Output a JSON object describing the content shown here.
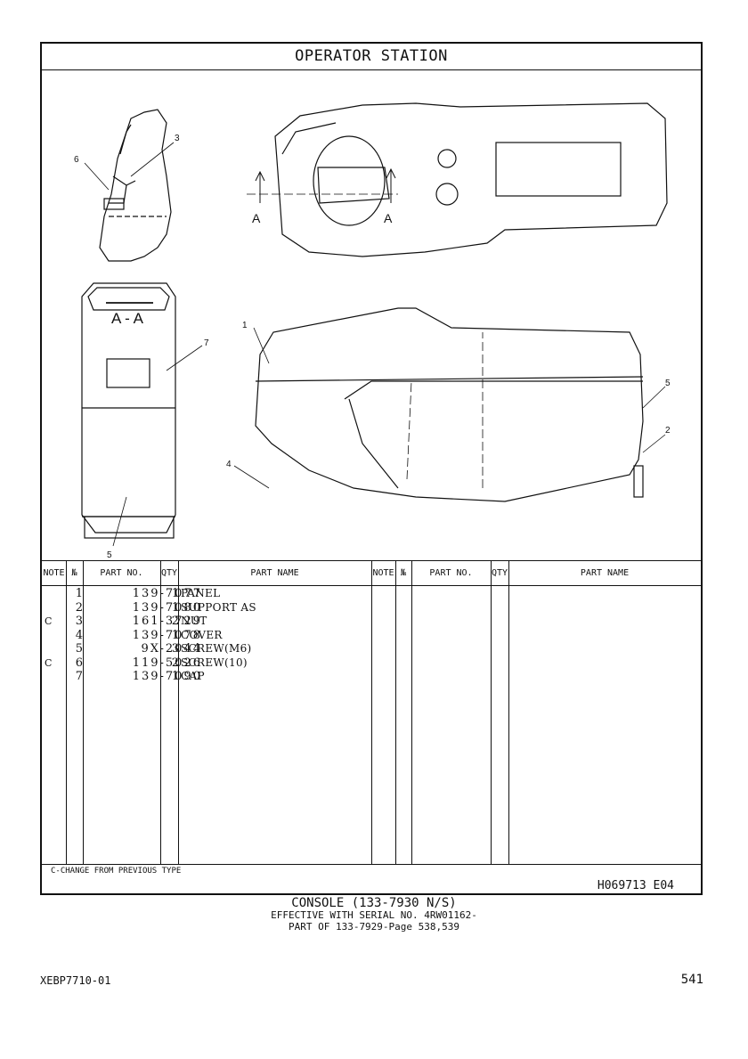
{
  "title": "OPERATOR STATION",
  "callouts": {
    "c1": "1",
    "c2": "2",
    "c3": "3",
    "c4": "4",
    "c5a": "5",
    "c5b": "5",
    "c6": "6",
    "c7": "7",
    "section_left": "A",
    "section_right": "A",
    "section_view": "A - A"
  },
  "table": {
    "headers": {
      "note": "NOTE",
      "no": "№",
      "part_no": "PART NO.",
      "qty": "QTY",
      "part_name": "PART NAME"
    },
    "rows": [
      {
        "note": "",
        "no": "1",
        "part_no": "139-7077",
        "qty": "1",
        "name": "PANEL"
      },
      {
        "note": "",
        "no": "2",
        "part_no": "139-7080",
        "qty": "1",
        "name": "SUPPORT AS"
      },
      {
        "note": "C",
        "no": "3",
        "part_no": "161-3729",
        "qty": "2",
        "name": "NUT"
      },
      {
        "note": "",
        "no": "4",
        "part_no": "139-7078",
        "qty": "1",
        "name": "COVER"
      },
      {
        "note": "",
        "no": "5",
        "part_no": "9X-2044",
        "qty": "3",
        "name": "SCREW(M6)"
      },
      {
        "note": "C",
        "no": "6",
        "part_no": "119-5026",
        "qty": "2",
        "name": "SCREW(10)"
      },
      {
        "note": "",
        "no": "7",
        "part_no": "139-7090",
        "qty": "1",
        "name": "CAP"
      }
    ],
    "footnote": "C-CHANGE FROM PREVIOUS TYPE",
    "drawing_code": "H069713  E04"
  },
  "caption": {
    "line1": "CONSOLE (133-7930 N/S)",
    "line2": "EFFECTIVE WITH SERIAL NO. 4RW01162-",
    "line3": "PART OF 133-7929-Page 538,539"
  },
  "doc_id": "XEBP7710-01",
  "page_number": "541"
}
